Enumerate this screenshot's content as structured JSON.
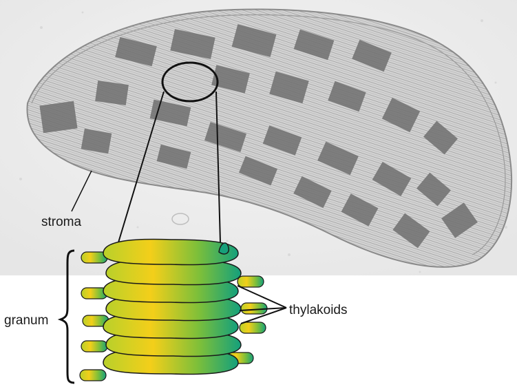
{
  "labels": {
    "stroma": "stroma",
    "granum": "granum",
    "thylakoids": "thylakoids"
  },
  "colors": {
    "background": "#ffffff",
    "micrograph_light": "#efefef",
    "micrograph_mid": "#c9c9c9",
    "grana_gray": "#6f6f6f",
    "thylakoid_yellow": "#f3cf1a",
    "thylakoid_green": "#1aa37a",
    "ink": "#111111"
  }
}
